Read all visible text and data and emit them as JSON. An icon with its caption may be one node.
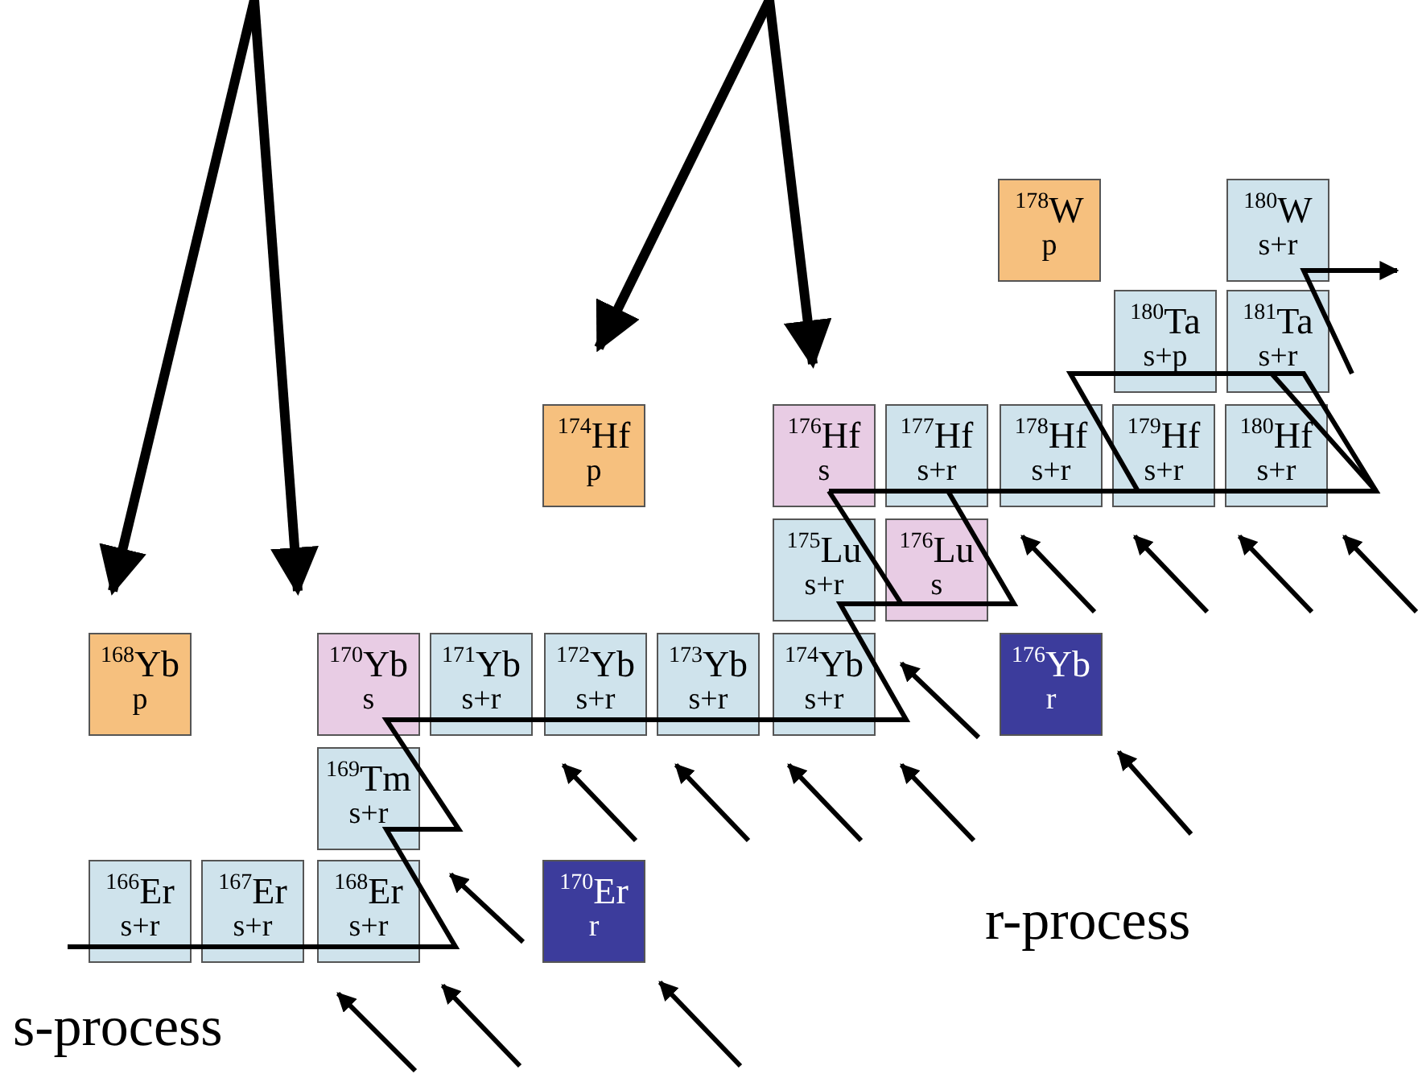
{
  "diagram": {
    "nodes": [
      {
        "text": [
          "$^{178}$W",
          "p"
        ]
      },
      {
        "text": [
          "$^{180}$W",
          "s+r"
        ]
      },
      {
        "text": [
          "$^{180}$Ta",
          "s+p"
        ]
      },
      {
        "text": [
          "$^{181}$Ta",
          "s+r"
        ]
      },
      {
        "text": [
          "$^{174}$Hf",
          "p"
        ]
      },
      {
        "text": [
          "$^{176}$Hf",
          "s"
        ]
      },
      {
        "text": [
          "$^{177}$Hf",
          "s+r"
        ]
      },
      {
        "text": [
          "$^{178}$Hf",
          "s+r"
        ]
      },
      {
        "text": [
          "$^{179}$Hf",
          "s+r"
        ]
      },
      {
        "text": [
          "$^{180}$Hf",
          "s+r"
        ]
      },
      {
        "text": [
          "$^{175}$Lu",
          "s+r"
        ]
      },
      {
        "text": [
          "$^{176}$Lu",
          "s"
        ]
      },
      {
        "text": [
          "$^{168}$Yb",
          "p"
        ]
      },
      {
        "text": [
          "$^{170}$Yb",
          "s"
        ]
      },
      {
        "text": [
          "$^{171}$Yb",
          "s+r"
        ]
      },
      {
        "text": [
          "$^{172}$Yb",
          "s+r"
        ]
      },
      {
        "text": [
          "$^{173}$Yb",
          "s+r"
        ]
      },
      {
        "text": [
          "$^{174}$Yb",
          "s+r"
        ]
      },
      {
        "text": [
          "$^{176}$Yb",
          "r"
        ]
      },
      {
        "text": [
          "$^{169}$Tm",
          "s+r"
        ]
      },
      {
        "text": [
          "$^{166}$Er",
          "s+r"
        ]
      },
      {
        "text": [
          "$^{167}$Er",
          "s+r"
        ]
      },
      {
        "text": [
          "$^{168}$Er",
          "s+r"
        ]
      },
      {
        "text": [
          "$^{170}$Er",
          "r"
        ]
      }
    ],
    "edges": [
      {
        "from": null,
        "to": 12,
        "arrow": "to"
      },
      {
        "from": null,
        "to": 13,
        "arrow": "to"
      },
      {
        "from": null,
        "to": 4,
        "arrow": "to"
      },
      {
        "from": null,
        "to": 5,
        "arrow": "to"
      }
    ],
    "labels": [
      "r-process",
      "s-process"
    ]
  }
}
